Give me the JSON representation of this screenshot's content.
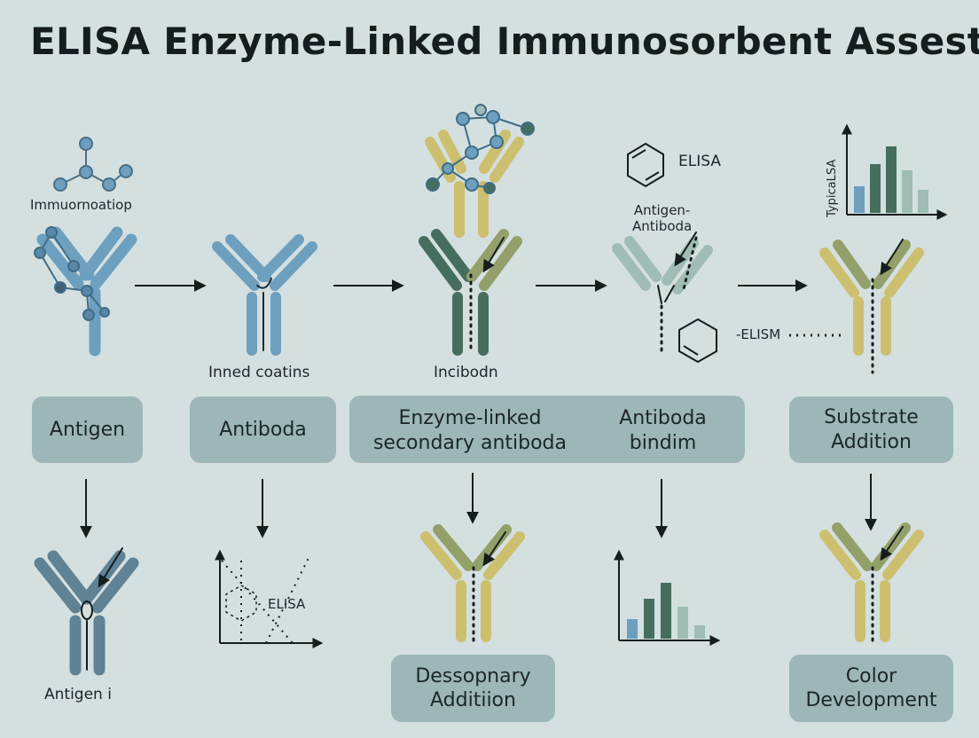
{
  "title": "ELISA Enzyme-Linked Immunosorbent Assest",
  "labels": {
    "immuno": "Immuornoatiop",
    "inned": "Inned coatins",
    "incibodn": "Incibodn",
    "elisa_hex": "ELISA",
    "antigen_antiboda": "Antigen-\nAntiboda",
    "elism": "-ELISM",
    "typical": "TypicaLSA",
    "elisa_chart": "ELISA",
    "antigen_i": "Antigen i"
  },
  "boxes": {
    "antigen": "Antigen",
    "antiboda": "Antiboda",
    "enzyme_linked": "Enzyme-linked\nsecondary antiboda",
    "antiboda_bindim": "Antiboda\nbindim",
    "substrate": "Substrate\nAddition",
    "dessopnary": "Dessopnary\nAdditiion",
    "color_dev": "Color\nDevelopment"
  },
  "charts": {
    "top_right_bars": [
      0.3,
      0.55,
      0.75,
      0.48,
      0.26
    ],
    "bottom_mid_bars": [
      0.22,
      0.45,
      0.63,
      0.36,
      0.15
    ]
  },
  "colors": {
    "blue": "#6d9fbf",
    "dark_green": "#466e5e",
    "yellow": "#cdbf70",
    "olive": "#93a06a",
    "pale_teal": "#9fbcb6",
    "gray_blue": "#5f8294",
    "box": "#9db7b8"
  }
}
